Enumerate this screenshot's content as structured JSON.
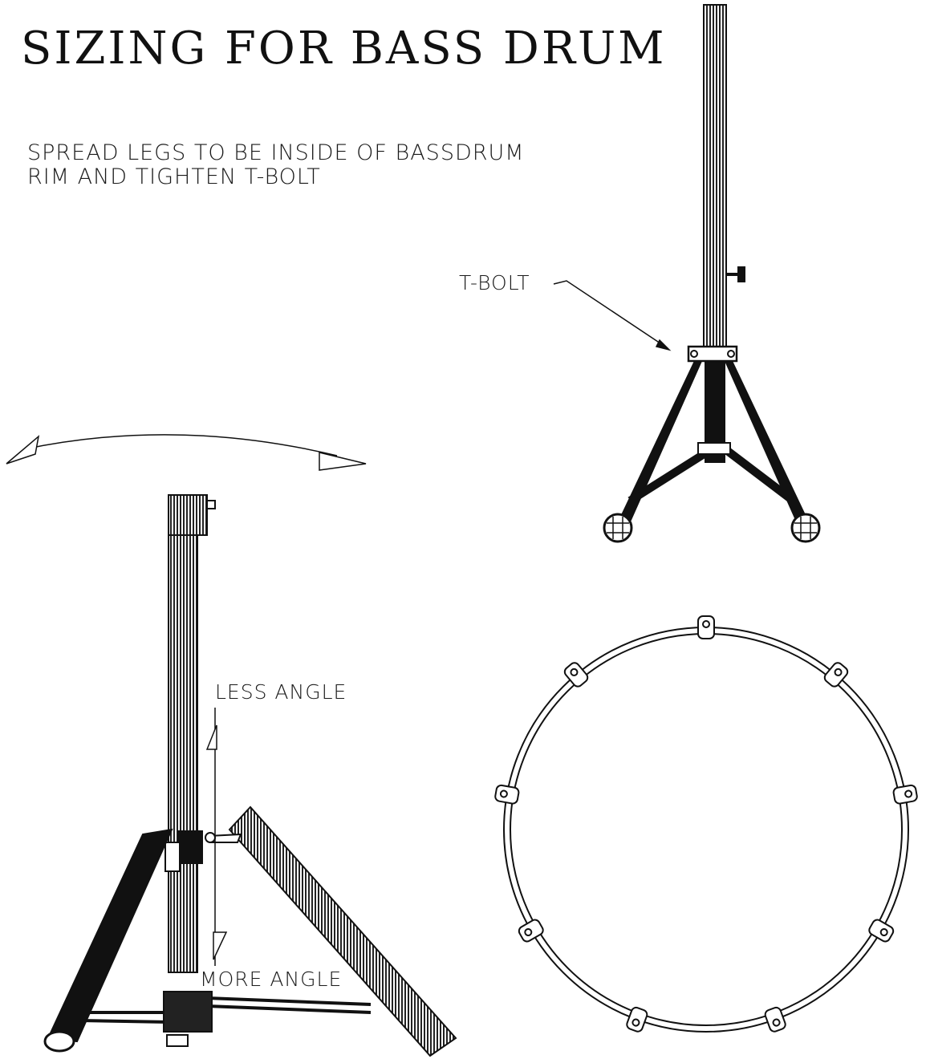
{
  "title": "SIZING FOR BASS DRUM",
  "instructions": {
    "line1": "SPREAD LEGS TO BE INSIDE OF BASSDRUM",
    "line2": "RIM AND TIGHTEN T-BOLT"
  },
  "labels": {
    "t_bolt": "T-BOLT",
    "less_angle": "LESS ANGLE",
    "more_angle": "MORE ANGLE"
  },
  "colors": {
    "ink": "#111111",
    "paper": "#ffffff"
  }
}
